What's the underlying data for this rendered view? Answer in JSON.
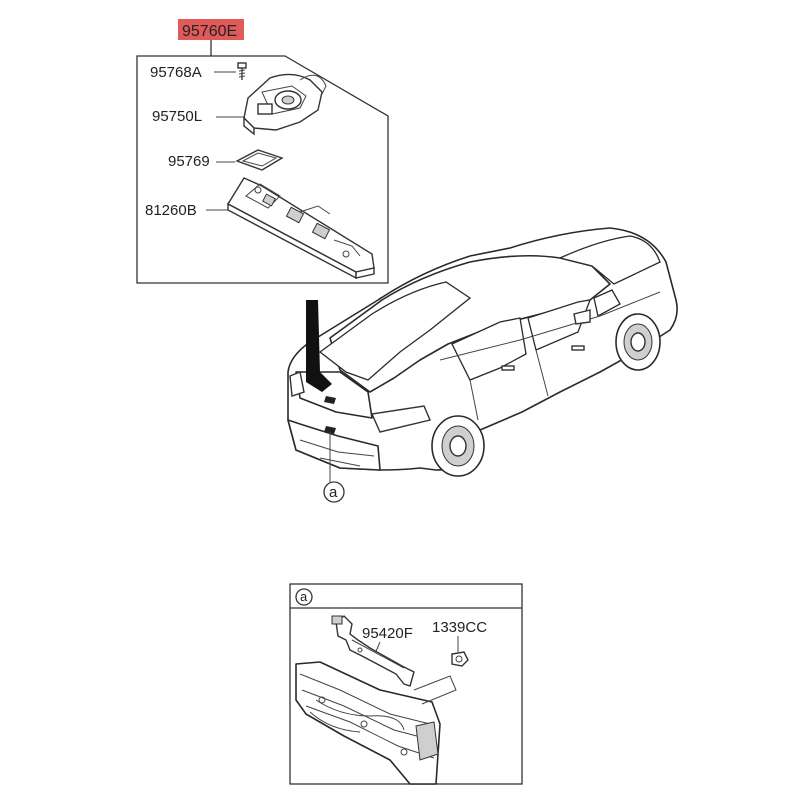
{
  "assembly": {
    "part_number": "95760E",
    "highlight_color": "#e05a5a"
  },
  "parts": [
    {
      "id": "screw",
      "label": "95768A"
    },
    {
      "id": "camera",
      "label": "95750L"
    },
    {
      "id": "gasket",
      "label": "95769"
    },
    {
      "id": "housing",
      "label": "81260B"
    }
  ],
  "detail": {
    "ref_letter": "a",
    "parts": [
      {
        "id": "bracket",
        "label": "95420F"
      },
      {
        "id": "nut",
        "label": "1339CC"
      }
    ]
  },
  "callout": {
    "ref_letter": "a"
  }
}
